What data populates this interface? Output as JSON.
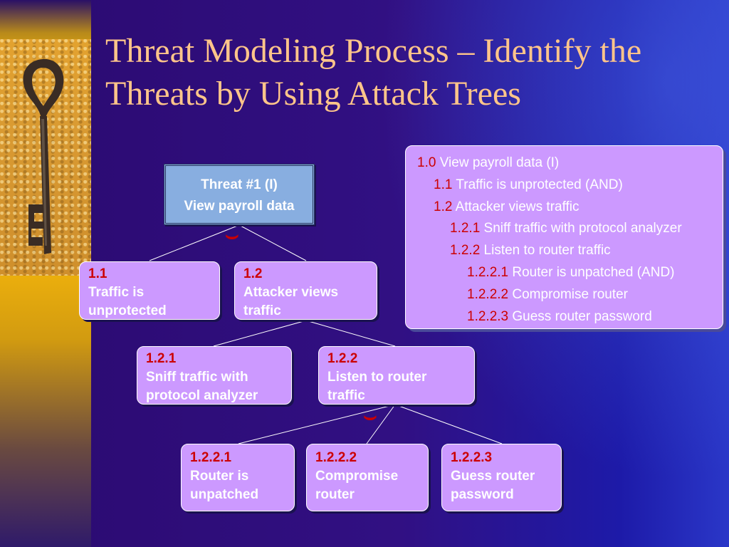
{
  "slide": {
    "title": "Threat Modeling Process – Identify the Threats by Using Attack Trees"
  },
  "colors": {
    "title": "#ffc58a",
    "node_fill": "#cc99ff",
    "root_fill": "#88aee0",
    "number_red": "#cc0000",
    "text_white": "#ffffff",
    "line": "#ffffff"
  },
  "tree": {
    "root": {
      "line1": "Threat #1 (I)",
      "line2": "View payroll data"
    },
    "n1_1": {
      "num": "1.1",
      "text": "Traffic is unprotected"
    },
    "n1_2": {
      "num": "1.2",
      "text": "Attacker views traffic"
    },
    "n1_2_1": {
      "num": "1.2.1",
      "text": "Sniff traffic with protocol analyzer"
    },
    "n1_2_2": {
      "num": "1.2.2",
      "text": "Listen to router traffic"
    },
    "n1_2_2_1": {
      "num": "1.2.2.1",
      "text": "Router is unpatched"
    },
    "n1_2_2_2": {
      "num": "1.2.2.2",
      "text": "Compromise router"
    },
    "n1_2_2_3": {
      "num": "1.2.2.3",
      "text": "Guess router password"
    },
    "and_symbol": "⌣"
  },
  "summary": [
    {
      "num": "1.0",
      "text": "View payroll data (I)"
    },
    {
      "num": "1.1",
      "text": "Traffic is unprotected (AND)"
    },
    {
      "num": "1.2",
      "text": "Attacker views traffic"
    },
    {
      "num": "1.2.1",
      "text": "Sniff traffic with protocol analyzer"
    },
    {
      "num": "1.2.2",
      "text": "Listen to router traffic"
    },
    {
      "num": "1.2.2.1",
      "text": "Router is unpatched (AND)"
    },
    {
      "num": "1.2.2.2",
      "text": "Compromise router"
    },
    {
      "num": "1.2.2.3",
      "text": "Guess router password"
    }
  ]
}
